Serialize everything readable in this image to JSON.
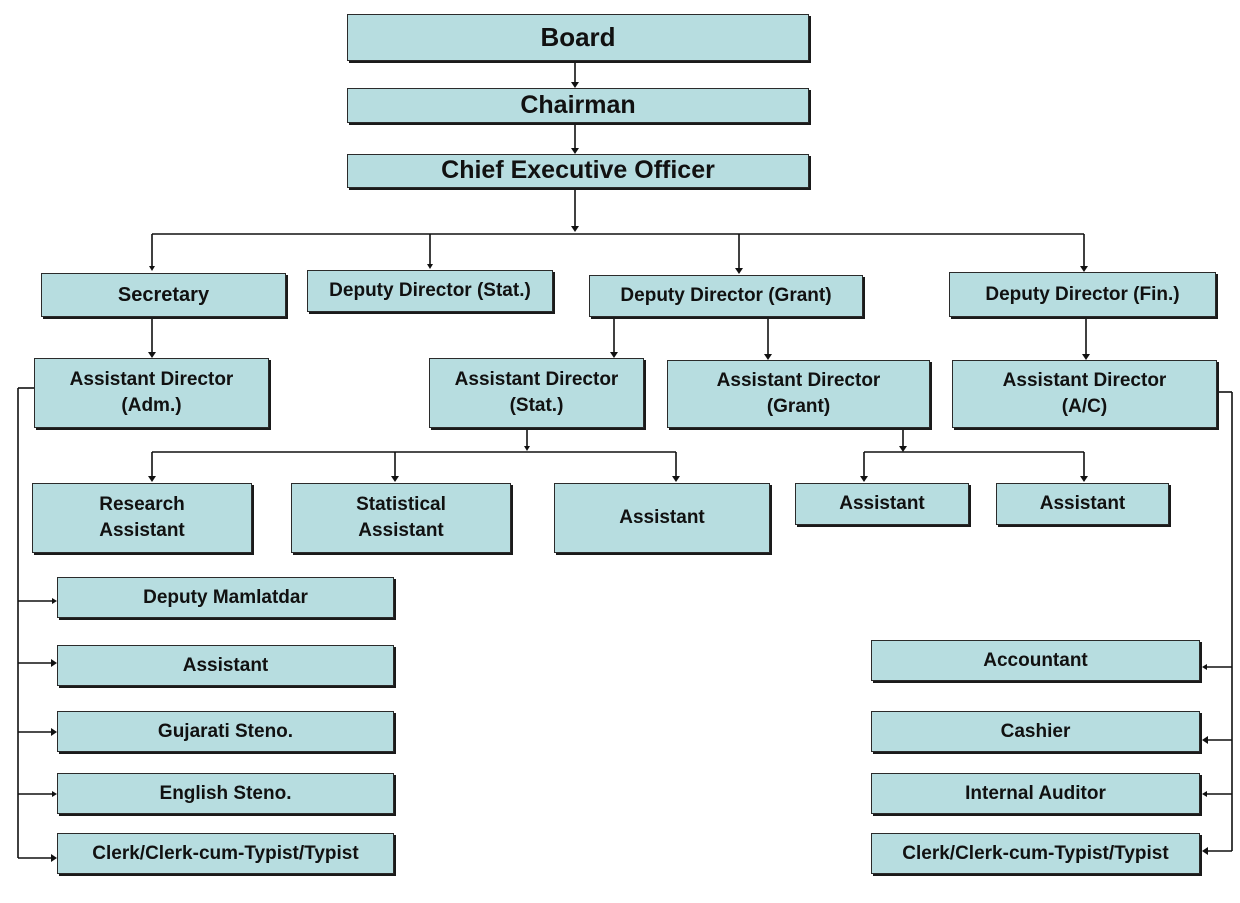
{
  "chart": {
    "nodes": {
      "board": "Board",
      "chairman": "Chairman",
      "ceo": "Chief Executive Officer",
      "secretary": "Secretary",
      "dd_stat": "Deputy Director (Stat.)",
      "dd_grant": "Deputy Director (Grant)",
      "dd_fin": "Deputy Director (Fin.)",
      "ad_adm": "Assistant Director\n(Adm.)",
      "ad_stat": "Assistant Director\n(Stat.)",
      "ad_grant": "Assistant Director\n(Grant)",
      "ad_ac": "Assistant Director\n(A/C)",
      "research_assistant": "Research\nAssistant",
      "statistical_assistant": "Statistical\nAssistant",
      "stat_assistant": "Assistant",
      "grant_assistant_1": "Assistant",
      "grant_assistant_2": "Assistant",
      "deputy_mamlatdar": "Deputy Mamlatdar",
      "adm_assistant": "Assistant",
      "gujarati_steno": "Gujarati Steno.",
      "english_steno": "English Steno.",
      "adm_clerk": "Clerk/Clerk-cum-Typist/Typist",
      "accountant": "Accountant",
      "cashier": "Cashier",
      "internal_auditor": "Internal Auditor",
      "ac_clerk": "Clerk/Clerk-cum-Typist/Typist"
    }
  }
}
